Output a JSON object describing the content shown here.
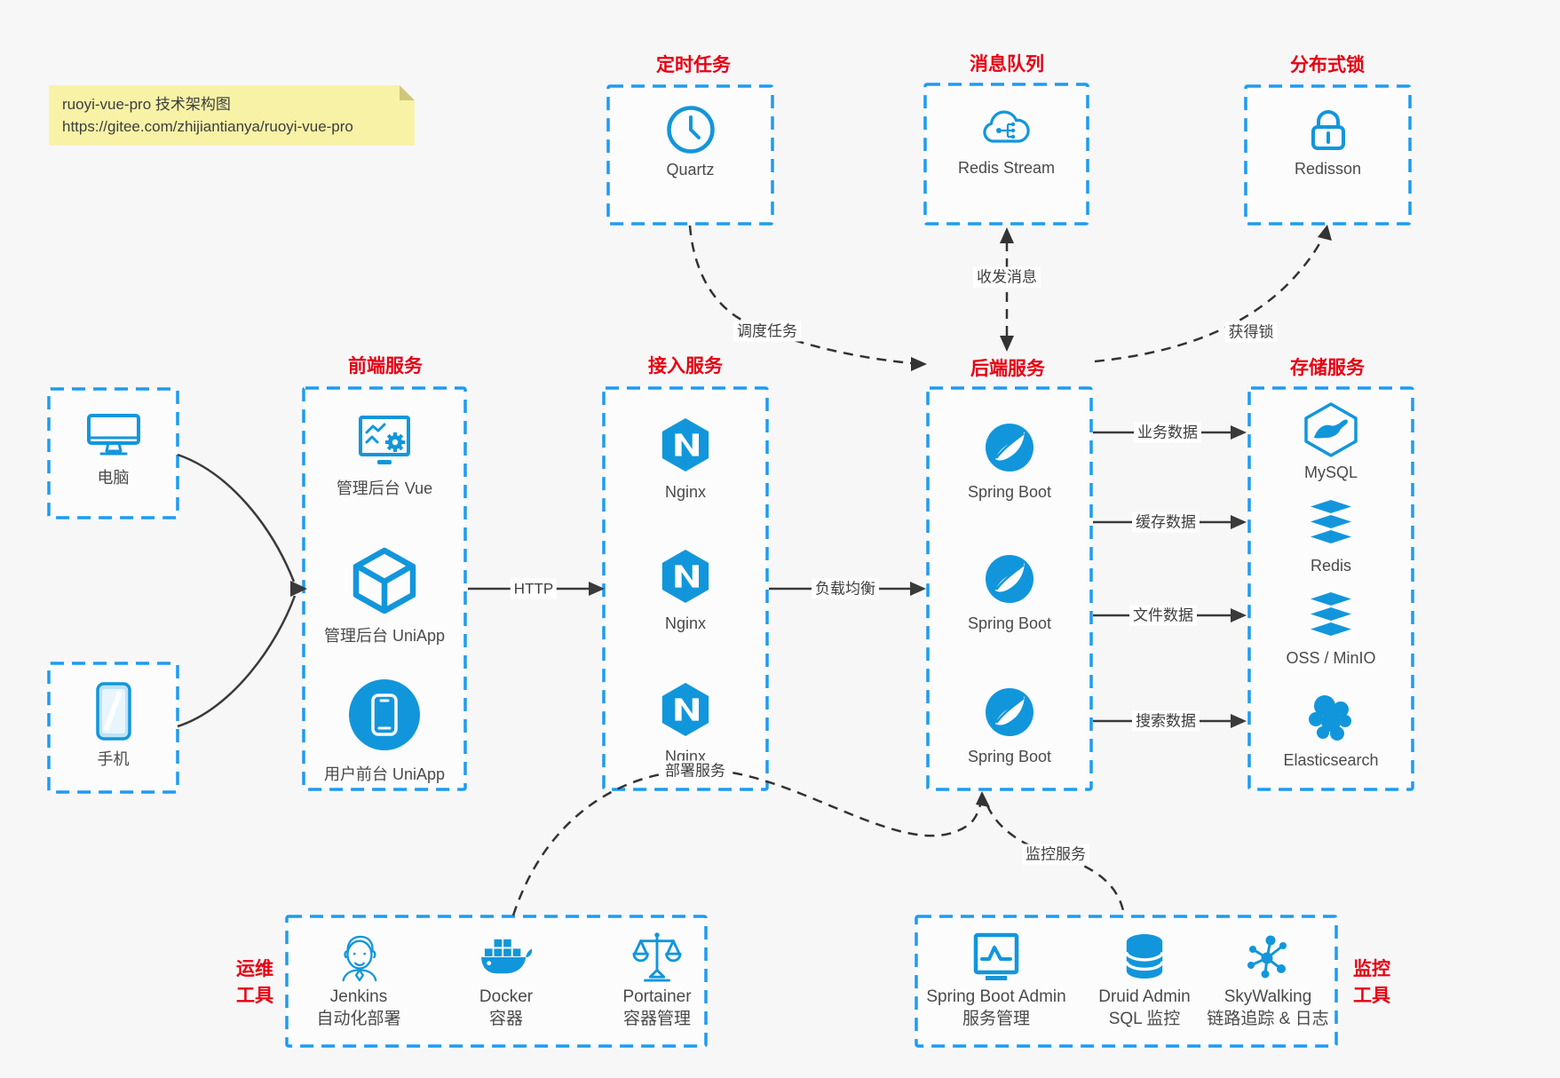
{
  "note": {
    "line1": "ruoyi-vue-pro 技术架构图",
    "line2": "https://gitee.com/zhijiantianya/ruoyi-vue-pro"
  },
  "clients": {
    "computer": "电脑",
    "phone": "手机"
  },
  "groups": {
    "scheduler": {
      "title": "定时任务",
      "item": "Quartz",
      "icon": "clock-icon"
    },
    "mq": {
      "title": "消息队列",
      "item": "Redis Stream",
      "icon": "cloud-stream-icon"
    },
    "lock": {
      "title": "分布式锁",
      "item": "Redisson",
      "icon": "lock-icon"
    },
    "frontend": {
      "title": "前端服务",
      "items": [
        "管理后台 Vue",
        "管理后台 UniApp",
        "用户前台 UniApp"
      ]
    },
    "gateway": {
      "title": "接入服务",
      "items": [
        "Nginx",
        "Nginx",
        "Nginx"
      ]
    },
    "backend": {
      "title": "后端服务",
      "items": [
        "Spring Boot",
        "Spring Boot",
        "Spring Boot"
      ]
    },
    "storage": {
      "title": "存储服务",
      "items": [
        "MySQL",
        "Redis",
        "OSS / MinIO",
        "Elasticsearch"
      ]
    },
    "ops": {
      "title_line1": "运维",
      "title_line2": "工具",
      "items": [
        {
          "name": "Jenkins",
          "desc": "自动化部署"
        },
        {
          "name": "Docker",
          "desc": "容器"
        },
        {
          "name": "Portainer",
          "desc": "容器管理"
        }
      ]
    },
    "monitoring": {
      "title_line1": "监控",
      "title_line2": "工具",
      "items": [
        {
          "name": "Spring Boot Admin",
          "desc": "服务管理"
        },
        {
          "name": "Druid Admin",
          "desc": "SQL 监控"
        },
        {
          "name": "SkyWalking",
          "desc": "链路追踪 & 日志"
        }
      ]
    }
  },
  "edges": {
    "http": "HTTP",
    "load_balance": "负载均衡",
    "business_data": "业务数据",
    "cache_data": "缓存数据",
    "file_data": "文件数据",
    "search_data": "搜索数据",
    "schedule_task": "调度任务",
    "send_receive_message": "收发消息",
    "acquire_lock": "获得锁",
    "deploy_service": "部署服务",
    "monitor_service": "监控服务"
  },
  "colors": {
    "icon_blue": "#1296db",
    "border_blue": "#1e9bf0",
    "title_red": "#e60012",
    "arrow_dark": "#3a3a3a",
    "note_bg": "#f8f2a7"
  }
}
